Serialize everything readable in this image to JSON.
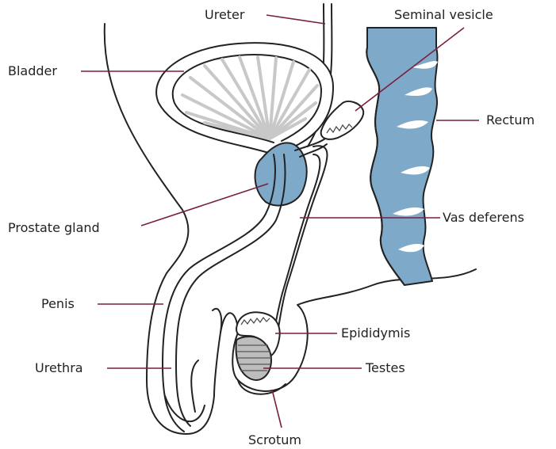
{
  "colors": {
    "organ_blue": "#7fa9c9",
    "leader": "#7a1f3d",
    "bladder_muscle": "#c8c8c8",
    "outline": "#222222"
  },
  "labels": {
    "ureter": "Ureter",
    "seminal_vesicle": "Seminal vesicle",
    "bladder": "Bladder",
    "rectum": "Rectum",
    "prostate_gland": "Prostate gland",
    "vas_deferens": "Vas deferens",
    "penis": "Penis",
    "epididymis": "Epididymis",
    "urethra": "Urethra",
    "testes": "Testes",
    "scrotum": "Scrotum"
  }
}
